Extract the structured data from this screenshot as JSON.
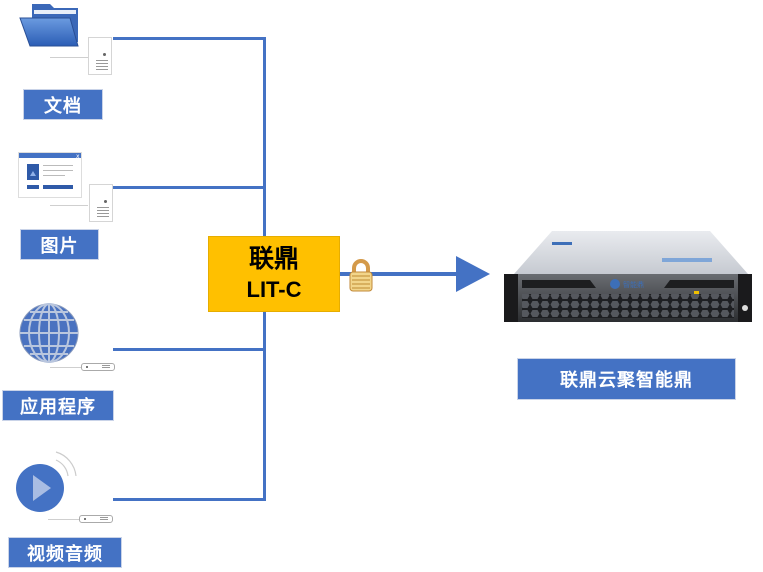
{
  "sources": [
    {
      "label": "文档",
      "icon": "folder-icon"
    },
    {
      "label": "图片",
      "icon": "image-window-icon"
    },
    {
      "label": "应用程序",
      "icon": "globe-icon"
    },
    {
      "label": "视频音频",
      "icon": "play-icon"
    }
  ],
  "gateway": {
    "title": "联鼎",
    "model": "LIT-C"
  },
  "target": {
    "label": "联鼎云聚智能鼎",
    "device_brand": "智能鼎"
  },
  "colors": {
    "line": "#4472c4",
    "label_bg": "#4472c4",
    "gateway_bg": "#ffc000"
  }
}
